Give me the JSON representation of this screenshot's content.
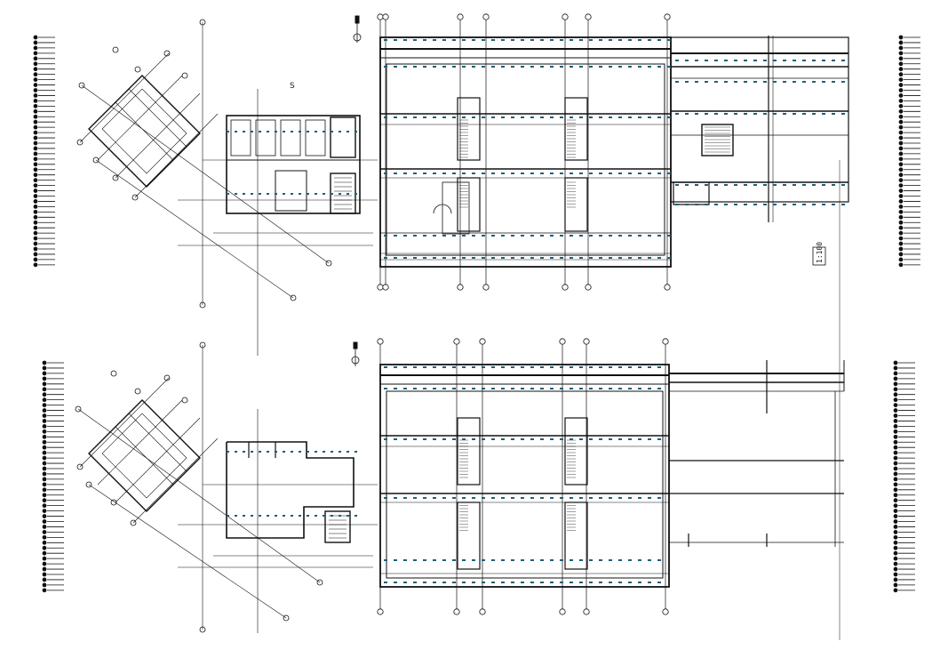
{
  "drawing": {
    "plans": [
      {
        "name": "upper-floor-plan",
        "section_mark": "S"
      },
      {
        "name": "lower-floor-plan",
        "section_mark": ""
      }
    ],
    "scale_tag": "1:100",
    "colors": {
      "line": "#111111",
      "accent": "#1f5f7a",
      "paper": "#ffffff"
    }
  }
}
